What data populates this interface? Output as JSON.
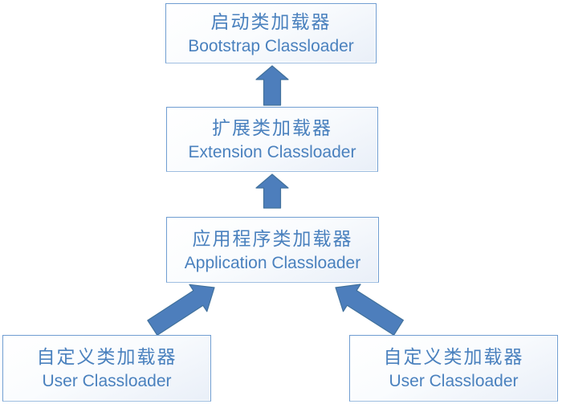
{
  "diagram": {
    "boxes": [
      {
        "id": "bootstrap",
        "title_zh": "启动类加载器",
        "title_en": "Bootstrap Classloader"
      },
      {
        "id": "extension",
        "title_zh": "扩展类加载器",
        "title_en": "Extension Classloader"
      },
      {
        "id": "application",
        "title_zh": "应用程序类加载器",
        "title_en": "Application Classloader"
      },
      {
        "id": "user-left",
        "title_zh": "自定义类加载器",
        "title_en": "User Classloader"
      },
      {
        "id": "user-right",
        "title_zh": "自定义类加载器",
        "title_en": "User Classloader"
      }
    ],
    "arrows": [
      {
        "from": "extension",
        "to": "bootstrap",
        "direction": "up"
      },
      {
        "from": "application",
        "to": "extension",
        "direction": "up"
      },
      {
        "from": "user-left",
        "to": "application",
        "direction": "up-right"
      },
      {
        "from": "user-right",
        "to": "application",
        "direction": "up-left"
      }
    ],
    "colors": {
      "text": "#4a81be",
      "box_border": "#6f9dd1",
      "box_bg_top": "#ffffff",
      "box_bg_bottom": "#e9eff8",
      "arrow_fill": "#4d7ebc",
      "arrow_stroke": "#41719c",
      "background": "#ffffff"
    }
  }
}
